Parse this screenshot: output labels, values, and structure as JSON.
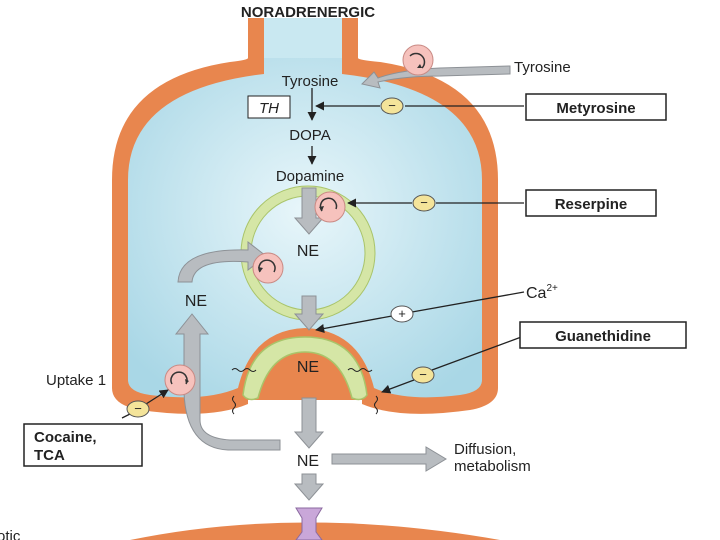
{
  "diagram": {
    "title": "NORADRENERGIC",
    "synthesis": {
      "tyrosine_outside": "Tyrosine",
      "tyrosine_inside": "Tyrosine",
      "enzyme": "TH",
      "dopa": "DOPA",
      "dopamine": "Dopamine"
    },
    "vesicle_ne": "NE",
    "cytoplasm_ne": "NE",
    "release_vesicle_ne": "NE",
    "cleft_ne": "NE",
    "calcium": {
      "base": "Ca",
      "sup": "2+"
    },
    "uptake_label": "Uptake 1",
    "diffusion_label": [
      "Diffusion,",
      "metabolism"
    ],
    "drugs": {
      "metyrosine": "Metyrosine",
      "reserpine": "Reserpine",
      "guanethidine": "Guanethidine",
      "cocaine": [
        "Cocaine,",
        "TCA"
      ]
    },
    "signs": {
      "inhibit": "−",
      "stimulate": "+"
    },
    "partial_label": "otic"
  },
  "colors": {
    "membrane": "#e8864e",
    "cytoplasm": "#cfeaf2",
    "vesicle": "#d5e6a6",
    "transporter": "#f6c2bd",
    "sign_circle": "#f4e49a",
    "gray_arrow": "#b8bcc0"
  }
}
